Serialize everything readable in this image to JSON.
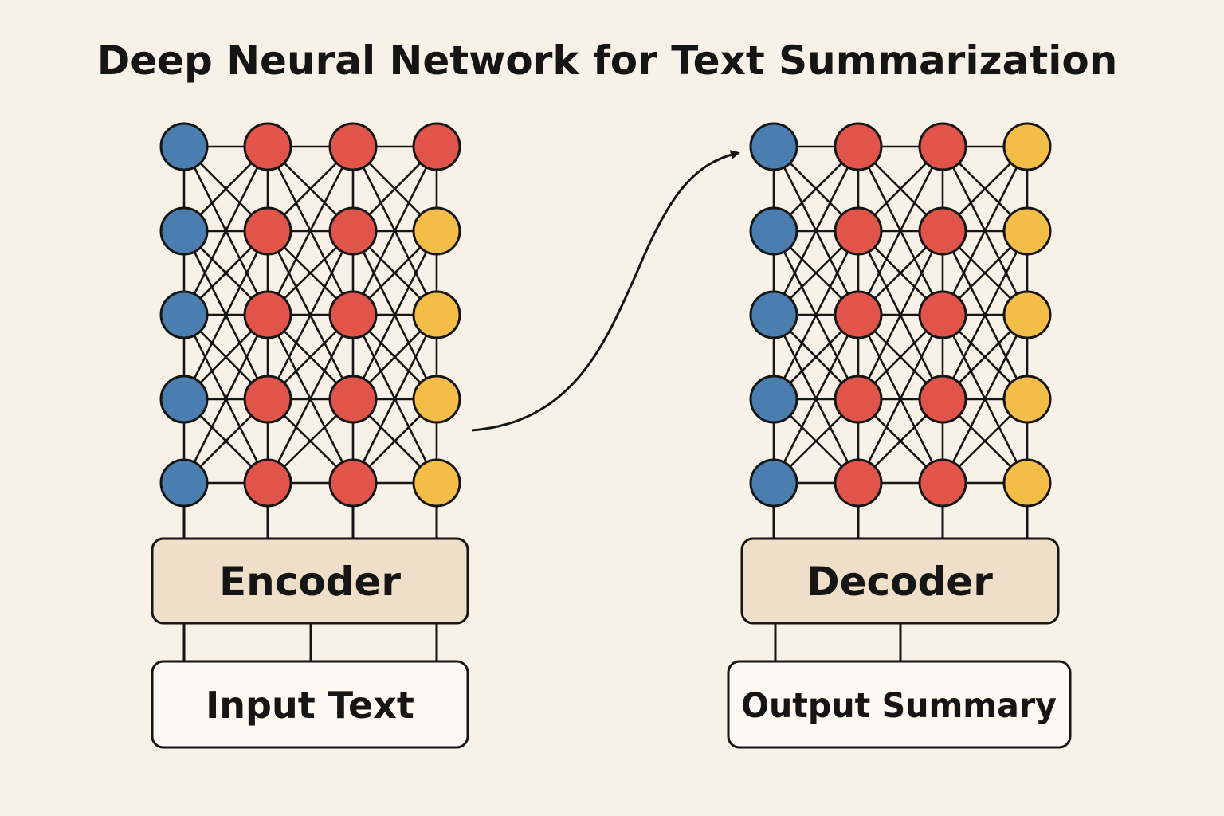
{
  "title": "Deep Neural Network for Text Summarization",
  "colors": {
    "background": "#f8f1e7",
    "blue": "#4a7eb1",
    "red": "#e0544a",
    "yellow": "#f4bd48",
    "stroke": "#151515",
    "module_fill": "#f0dfc8",
    "io_fill": "#fdf8f1"
  },
  "encoder": {
    "label": "Encoder",
    "input_label": "Input Text",
    "node_colors": [
      [
        "blue",
        "red",
        "red",
        "red"
      ],
      [
        "blue",
        "red",
        "red",
        "yellow"
      ],
      [
        "blue",
        "red",
        "red",
        "yellow"
      ],
      [
        "blue",
        "red",
        "red",
        "yellow"
      ],
      [
        "blue",
        "red",
        "red",
        "yellow"
      ]
    ]
  },
  "decoder": {
    "label": "Decoder",
    "output_label": "Output Summary",
    "node_colors": [
      [
        "blue",
        "red",
        "red",
        "yellow"
      ],
      [
        "blue",
        "red",
        "red",
        "yellow"
      ],
      [
        "blue",
        "red",
        "red",
        "yellow"
      ],
      [
        "blue",
        "red",
        "red",
        "yellow"
      ],
      [
        "blue",
        "red",
        "red",
        "yellow"
      ]
    ]
  },
  "arrow_icon": "curved-arrow-right"
}
